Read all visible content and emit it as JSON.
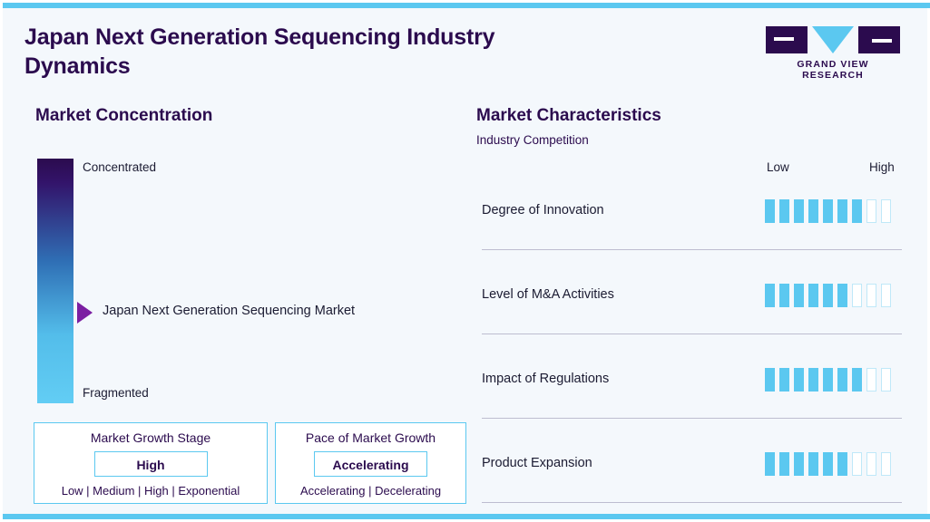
{
  "header": {
    "title": "Japan Next Generation Sequencing Industry Dynamics",
    "logo_text": "GRAND VIEW RESEARCH"
  },
  "colors": {
    "accent": "#5bc8f0",
    "dark": "#2b0b4e",
    "pointer": "#7b1fa2",
    "background": "#f4f8fc"
  },
  "concentration": {
    "heading": "Market Concentration",
    "top_label": "Concentrated",
    "bottom_label": "Fragmented",
    "pointer_label": "Japan Next Generation Sequencing Market",
    "growth_stage": {
      "title": "Market Growth Stage",
      "value": "High",
      "scale": "Low | Medium | High | Exponential"
    },
    "pace": {
      "title": "Pace of Market Growth",
      "value": "Accelerating",
      "scale": "Accelerating | Decelerating"
    }
  },
  "characteristics": {
    "heading": "Market Characteristics",
    "subheading": "Industry Competition",
    "scale_low": "Low",
    "scale_high": "High"
  },
  "chart_data": {
    "type": "bar",
    "title": "Market Characteristics - Industry Competition",
    "xlabel": "",
    "ylabel": "",
    "scale_labels": [
      "Low",
      "High"
    ],
    "segments_total": 9,
    "categories": [
      "Degree of Innovation",
      "Level of M&A Activities",
      "Impact of Regulations",
      "Product Expansion"
    ],
    "values": [
      7,
      6,
      7,
      6
    ],
    "grid": false,
    "legend": "none"
  }
}
